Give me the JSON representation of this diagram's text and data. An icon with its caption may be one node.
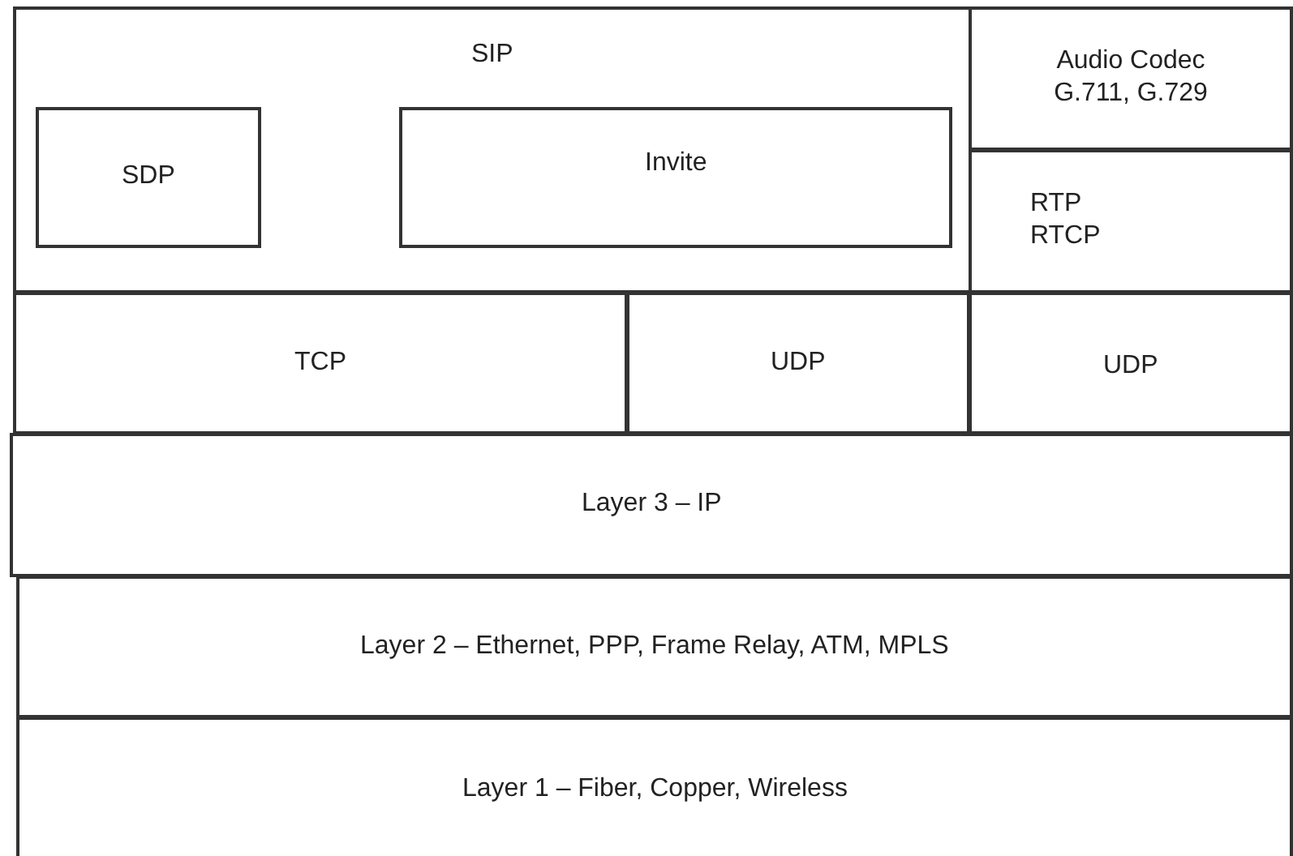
{
  "diagram": {
    "nodes": [
      {
        "text": [
          "SIP"
        ]
      },
      {
        "text": [
          "SDP"
        ],
        "in": 0
      },
      {
        "text": [
          "Invite"
        ],
        "in": 0
      },
      {
        "text": [
          "Audio Codec G.711, G.729"
        ]
      },
      {
        "text": [
          "RTP RTCP"
        ]
      },
      {
        "text": [
          "TCP"
        ]
      },
      {
        "text": [
          "UDP"
        ]
      },
      {
        "text": [
          "UDP"
        ]
      },
      {
        "text": [
          "Layer 3 – IP"
        ]
      },
      {
        "text": [
          "Layer 2 – Ethernet, PPP, Frame Relay, ATM, MPLS"
        ]
      },
      {
        "text": [
          "Layer 1 – Fiber, Copper, Wireless"
        ]
      }
    ]
  }
}
